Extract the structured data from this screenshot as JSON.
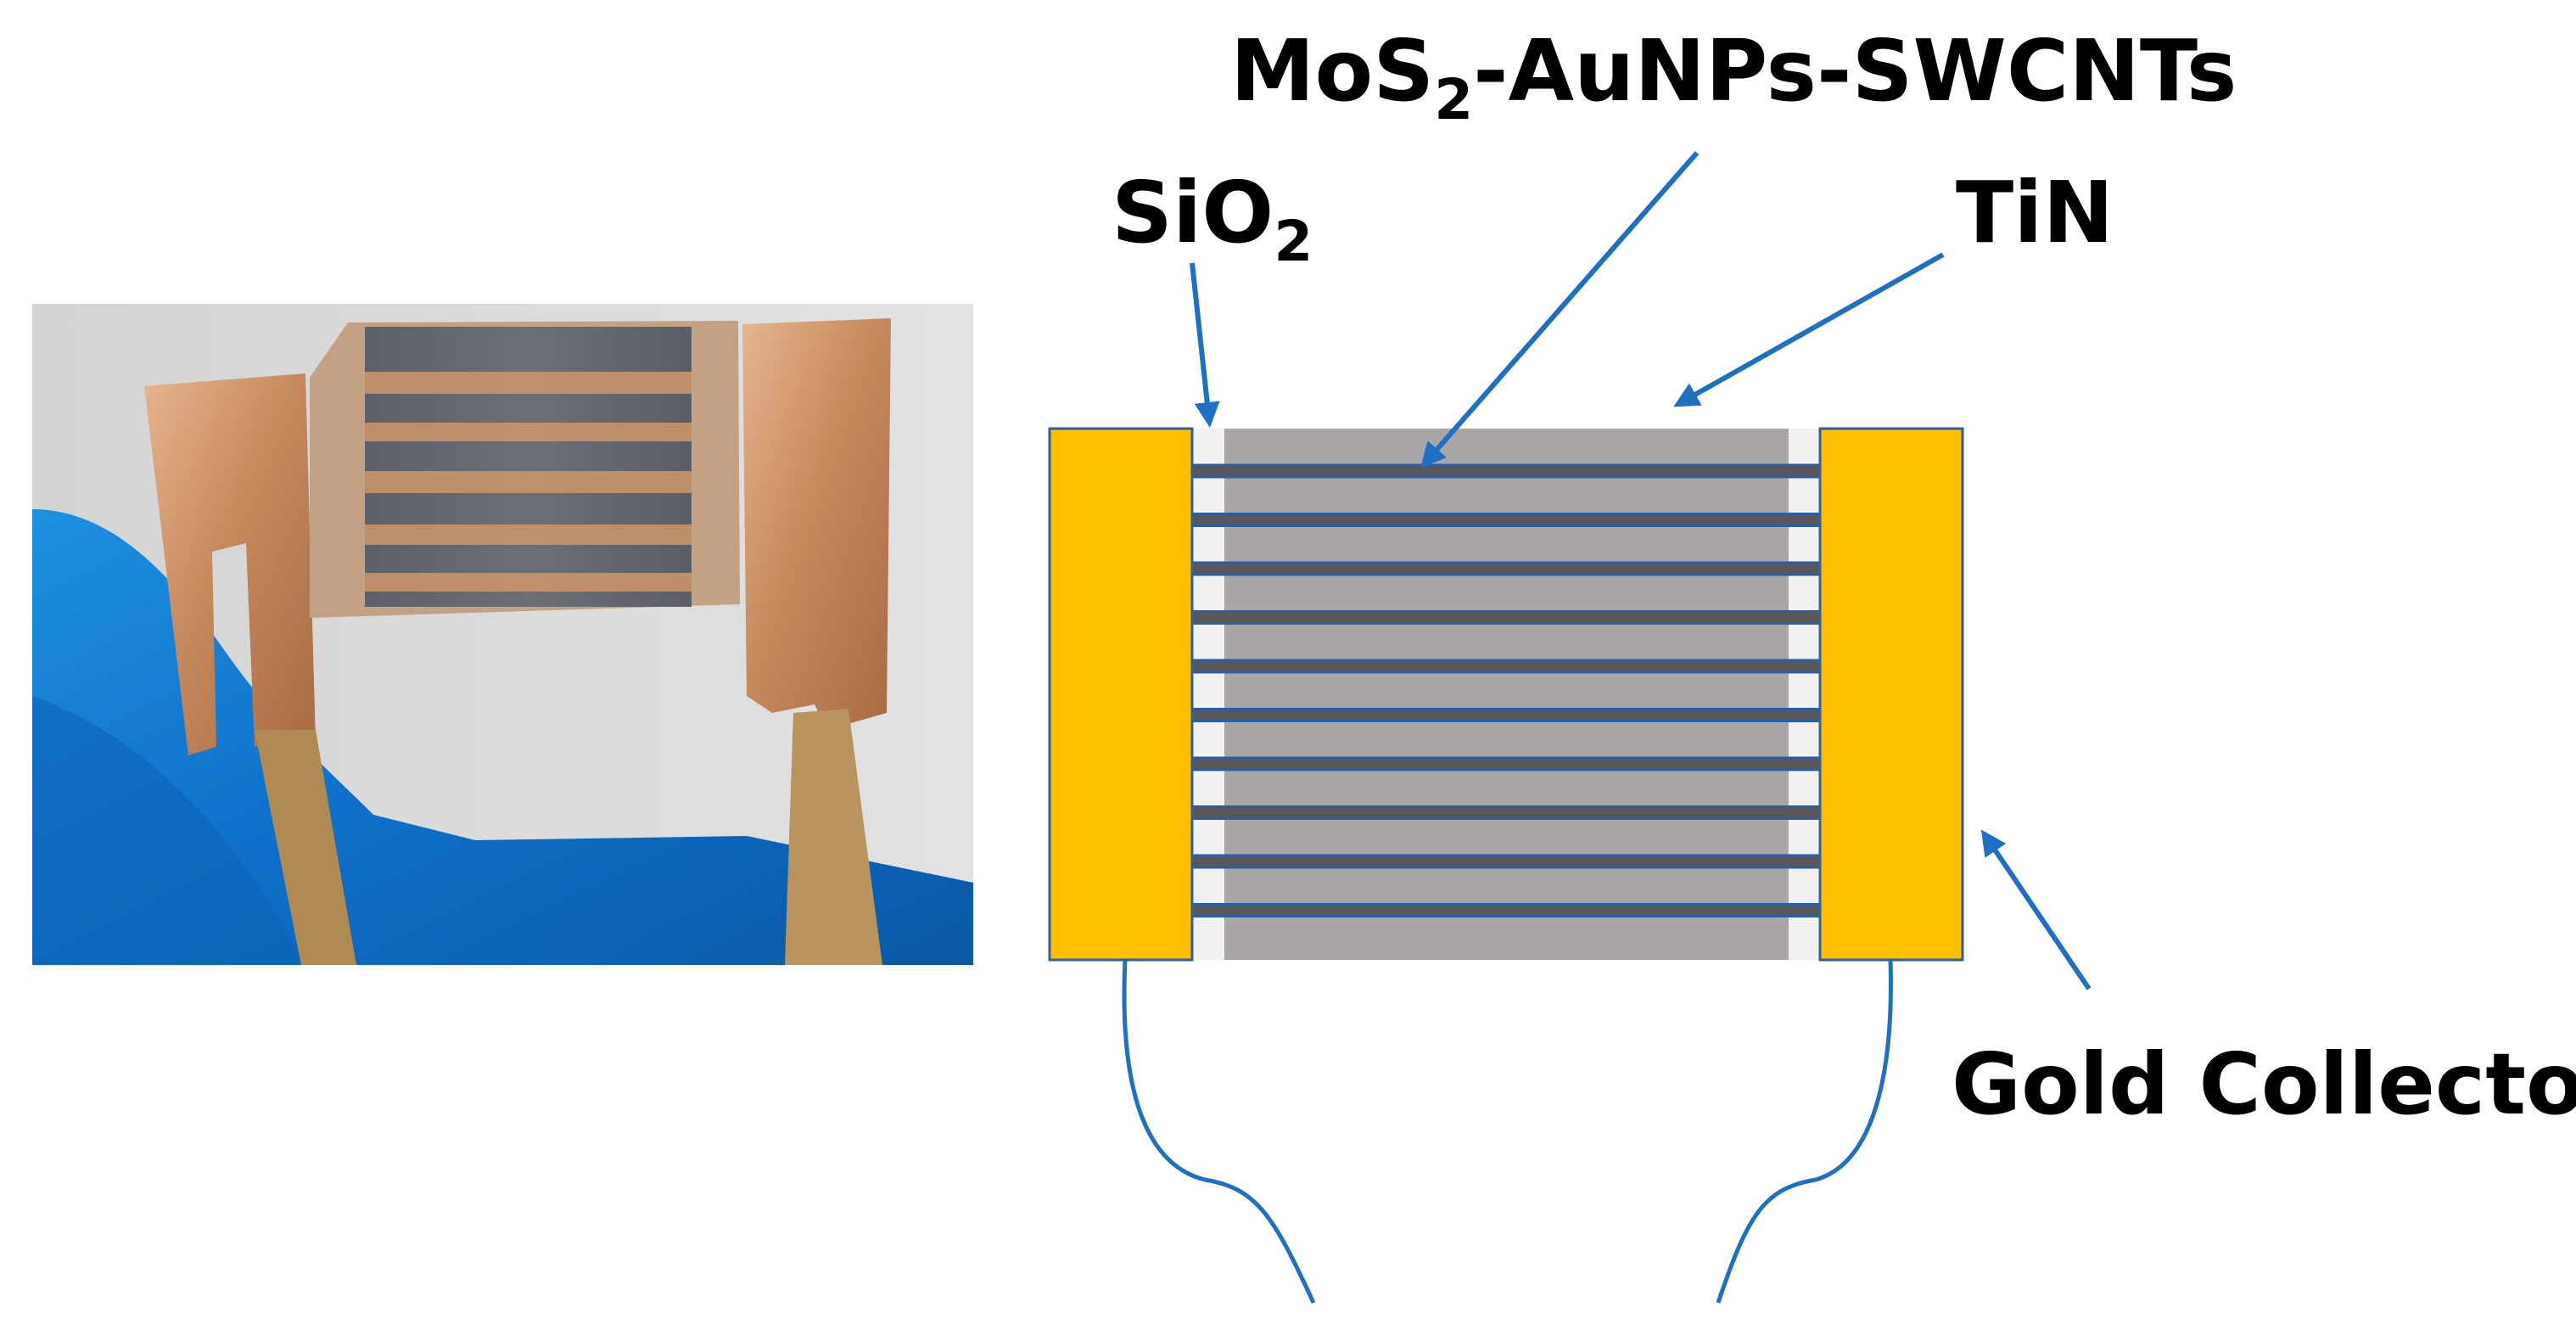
{
  "labels": {
    "composite": {
      "main": "MoS",
      "sub": "2",
      "rest": "-AuNPs-SWCNTs"
    },
    "oxide": {
      "main": "SiO",
      "sub": "2"
    },
    "electrode": "TiN",
    "collector": "Gold Collector"
  },
  "colors": {
    "gold": "#ffbf00",
    "gold_outline": "#2e5f9f",
    "film_gray": "#aaa6a6",
    "stripe": "#595659",
    "stripe_outline": "#2a5da8",
    "wire_blue": "#1f6fc4",
    "oxide_bg": "#f1f1f1"
  },
  "device": {
    "stripe_count": 10,
    "wires": 2
  }
}
